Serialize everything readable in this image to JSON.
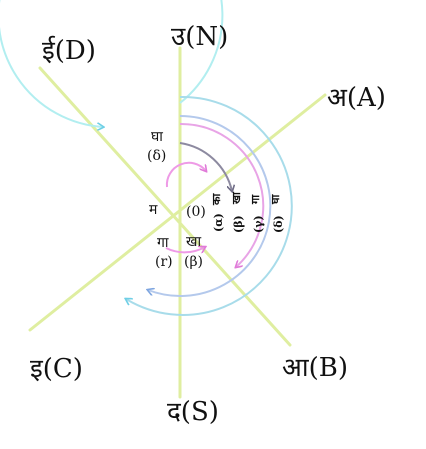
{
  "directions": {
    "north": "उ(N)",
    "south": "द(S)",
    "a": "अ(A)",
    "b": "आ(B)",
    "c": "इ(C)",
    "d": "ई(D)"
  },
  "center": {
    "origin": "(0)",
    "ma": "म"
  },
  "angles": {
    "gha": "घा",
    "delta": "(δ)",
    "ga": "गा",
    "r": "(r)",
    "kha": "खा",
    "beta": "(β)"
  },
  "arc_labels": {
    "ka": "का",
    "alpha": "(α)",
    "kha": "खा",
    "beta": "(β)",
    "ga": "गा",
    "gamma": "(γ)",
    "gha": "घा",
    "delta": "(δ)"
  },
  "colors": {
    "axis_lines": "#dfeea0",
    "arc_alpha": "#a8dcea",
    "arc_beta": "#b4c9ec",
    "arc_gamma": "#e8a4e6",
    "arc_delta": "#8d8aa0",
    "arc_reflex": "#b2eef0",
    "arc_small": "#ee9ae6"
  }
}
